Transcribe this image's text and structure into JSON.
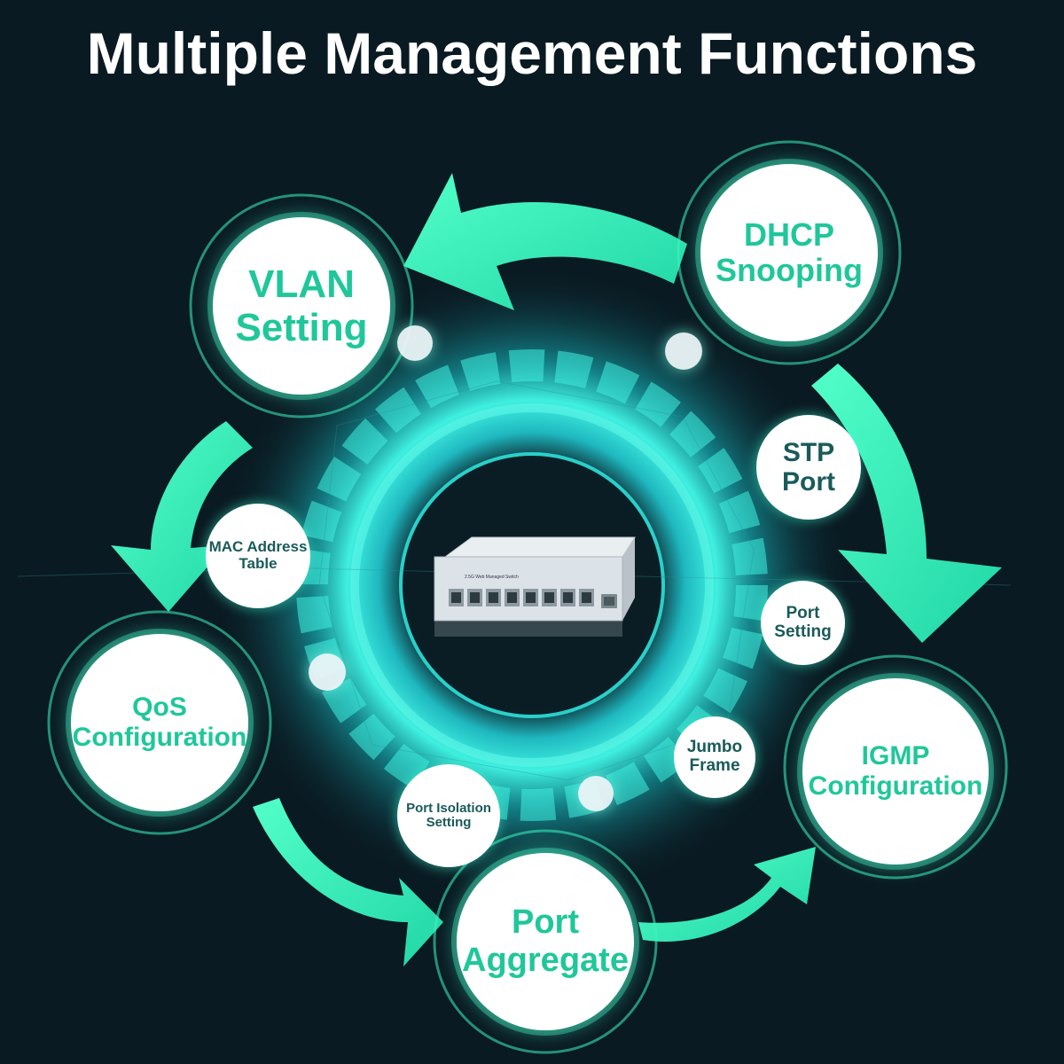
{
  "title": "Multiple Management Functions",
  "functions": {
    "vlan": [
      "VLAN",
      "Setting"
    ],
    "dhcp": [
      "DHCP",
      "Snooping"
    ],
    "qos": [
      "QoS",
      "Configuration"
    ],
    "igmp": [
      "IGMP",
      "Configuration"
    ],
    "aggregate": [
      "Port",
      "Aggregate"
    ]
  },
  "features": {
    "mac": [
      "MAC Address",
      "Table"
    ],
    "stp": [
      "STP",
      "Port"
    ],
    "port_setting": [
      "Port",
      "Setting"
    ],
    "jumbo": [
      "Jumbo",
      "Frame"
    ],
    "isolation": [
      "Port Isolation",
      "Setting"
    ]
  },
  "device": {
    "label": "2.5G Web Managed Switch",
    "port_count": 8
  },
  "colors": {
    "background": "#0a1a22",
    "accent": "#3df5c0",
    "accent_dark": "#1fc79a",
    "glow": "#27e6e0"
  }
}
